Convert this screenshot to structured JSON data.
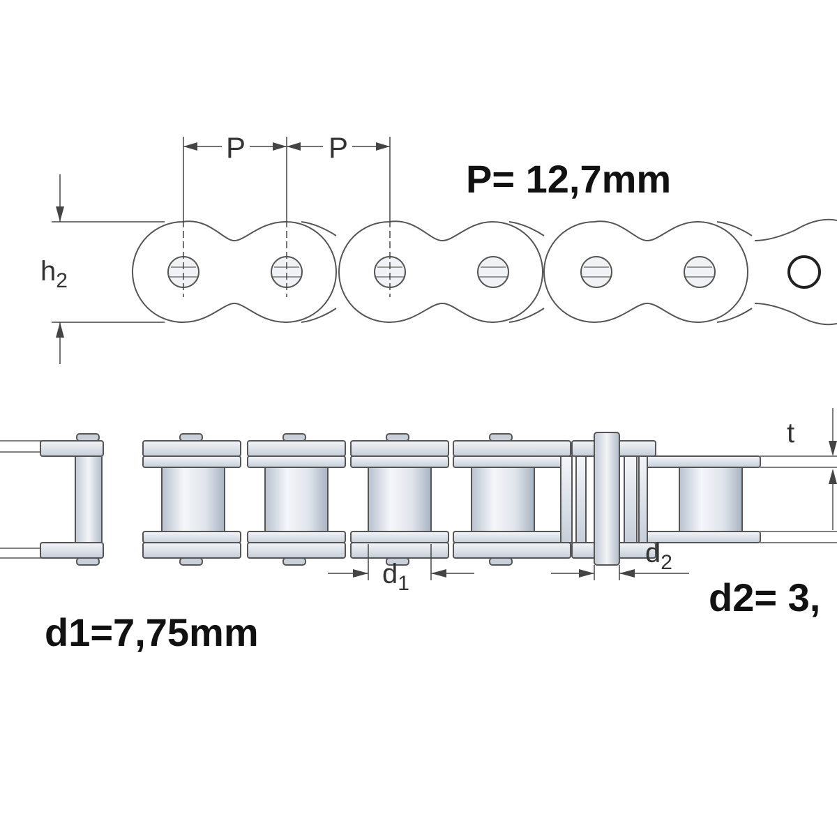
{
  "top_view": {
    "pitch_label": "P",
    "height_label": "h",
    "height_sub": "2",
    "pitch_value_text": "P= 12,7mm"
  },
  "side_view": {
    "t_label": "t",
    "d1_label": "d",
    "d1_sub": "1",
    "d2_label": "d",
    "d2_sub": "2",
    "d1_value_text": "d1=7,75mm",
    "d2_value_text": "d2= 3,"
  },
  "colors": {
    "outline": "#555555",
    "steel_fill": "#e6eaf0",
    "steel_light": "#f7f8fa",
    "steel_dark": "#b5becc",
    "text_dark": "#111111"
  }
}
